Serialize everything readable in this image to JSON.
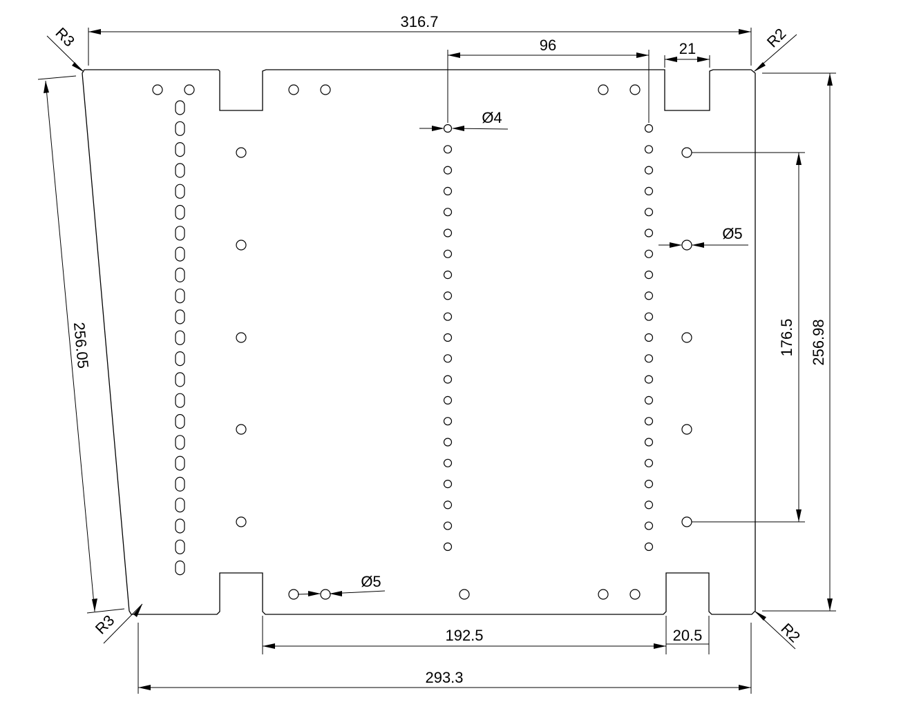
{
  "dimensions": {
    "top_width": "316.7",
    "top_spacing": "96",
    "top_notch_width": "21",
    "bottom_span": "192.5",
    "bottom_notch_width": "20.5",
    "bottom_width": "293.3",
    "left_slant_height": "256.05",
    "right_hole_span": "176.5",
    "right_height": "256.98",
    "hole_dia_small": "Ø4",
    "hole_dia_right": "Ø5",
    "hole_dia_bottom": "Ø5",
    "radius_top_left": "R3",
    "radius_top_right": "R2",
    "radius_bottom_left": "R3",
    "radius_bottom_right": "R2"
  },
  "colors": {
    "line": "#000000",
    "background": "#ffffff"
  }
}
